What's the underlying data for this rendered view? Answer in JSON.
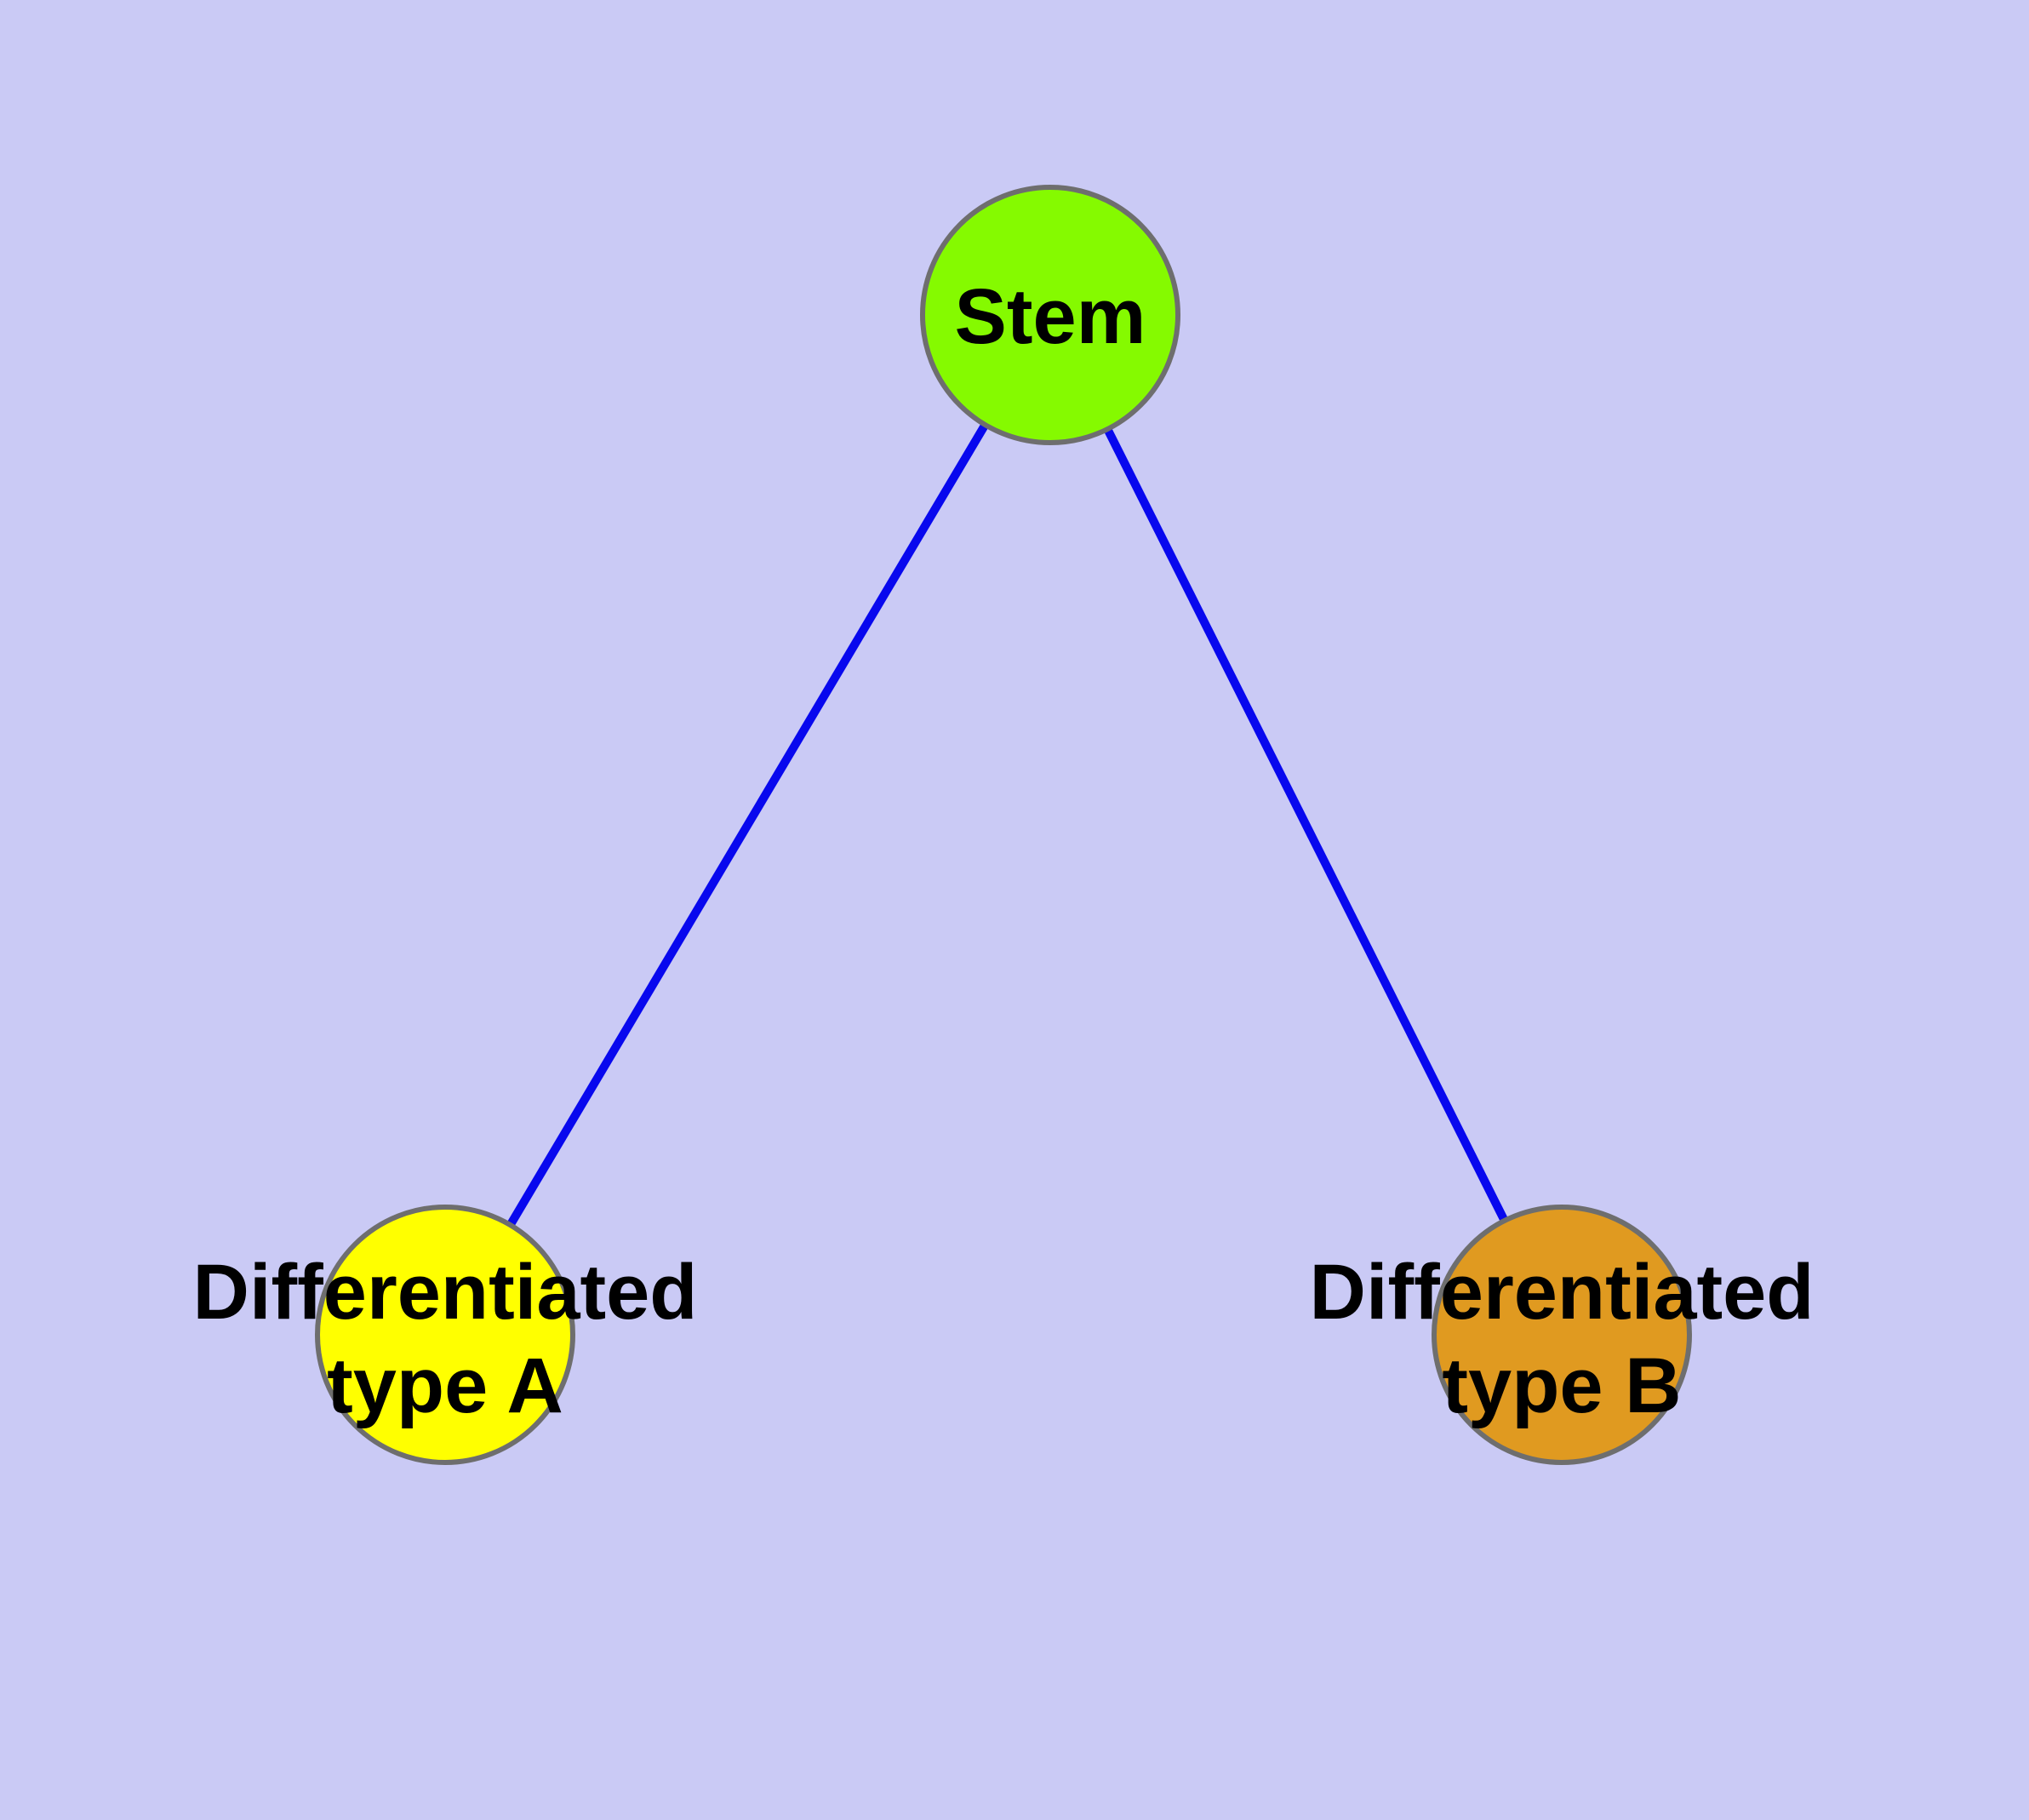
{
  "diagram": {
    "type": "graph",
    "background_color": "#cacaf5",
    "edge_color": "#0808ee",
    "node_border_color": "#6e6e6e",
    "label_color": "#000000",
    "nodes": [
      {
        "id": "stem",
        "label": "Stem",
        "fill": "#85fa00"
      },
      {
        "id": "differentiated-type-a",
        "label_line1": "Differentiated",
        "label_line2": "type A",
        "fill": "#ffff00"
      },
      {
        "id": "differentiated-type-b",
        "label_line1": "Differentiated",
        "label_line2": "type B",
        "fill": "#e09a20"
      }
    ],
    "edges": [
      {
        "from": "Stem",
        "to": "Differentiated type A"
      },
      {
        "from": "Stem",
        "to": "Differentiated type B"
      }
    ]
  }
}
